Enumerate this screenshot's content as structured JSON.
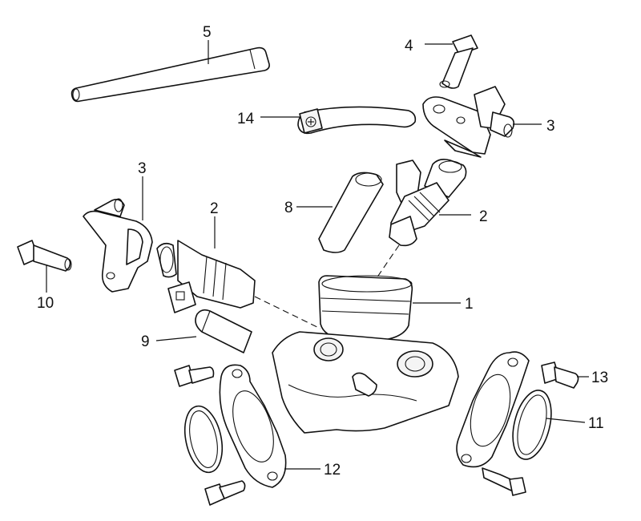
{
  "callouts": {
    "c1": "1",
    "c2a": "2",
    "c2b": "2",
    "c3a": "3",
    "c3b": "3",
    "c4": "4",
    "c5": "5",
    "c8": "8",
    "c9": "9",
    "c10": "10",
    "c11": "11",
    "c12": "12",
    "c13": "13",
    "c14": "14"
  },
  "colors": {
    "line": "#111111",
    "background": "#ffffff"
  }
}
